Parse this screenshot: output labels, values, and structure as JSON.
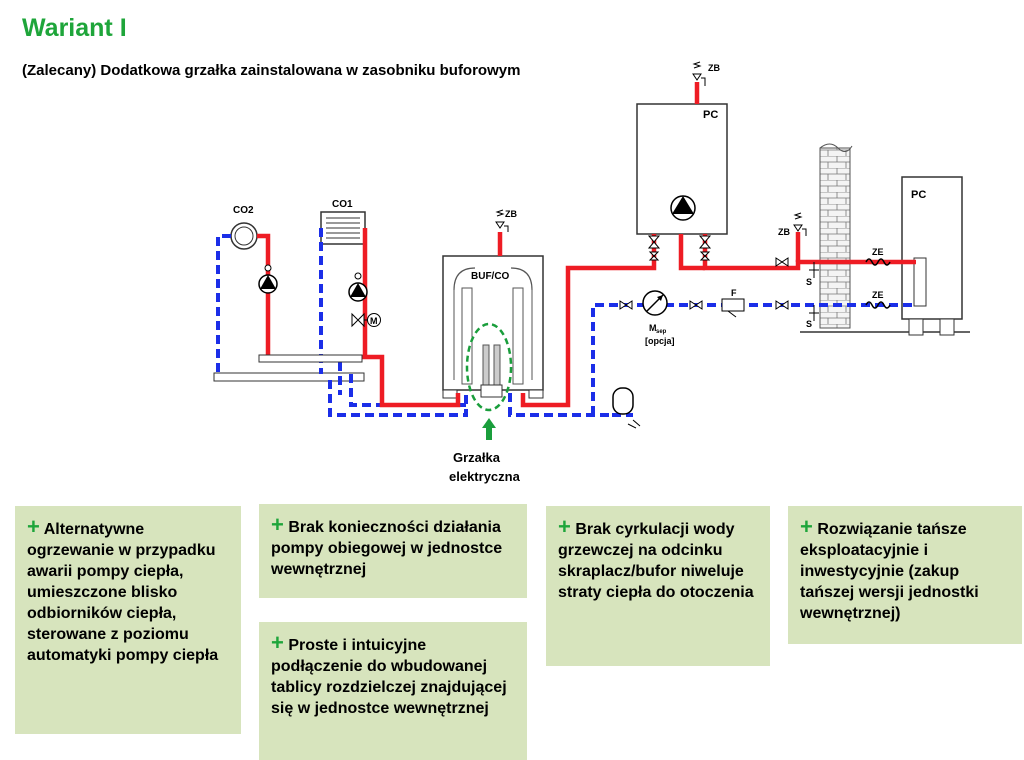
{
  "header": {
    "title": "Wariant I",
    "subtitle": "(Zalecany) Dodatkowa grzałka zainstalowana w zasobniku buforowym"
  },
  "diagram": {
    "label_co2": "CO2",
    "label_co1": "CO1",
    "label_buf": "BUF/CO",
    "label_zb": "ZB",
    "label_pc": "PC",
    "label_ze": "ZE",
    "label_s": "S",
    "label_f": "F",
    "label_m": "M",
    "label_msep": "M",
    "label_msep_sub": "sep",
    "label_opcja": "[opcja]",
    "heater_line1": "Grzałka",
    "heater_line2": "elektryczna",
    "colors": {
      "hot": "#ee1c24",
      "cold": "#1b2ee8",
      "heater": "#1a9e3c"
    }
  },
  "benefits": {
    "plus": "+",
    "b1": "Alternatywne ogrzewanie w przypadku awarii pompy ciepła, umieszczone blisko odbiorników ciepła, sterowane z poziomu automatyki pompy ciepła",
    "b2": "Brak konieczności działania pompy obiegowej w jednostce wewnętrznej",
    "b3": "Proste i intuicyjne podłączenie do wbudowanej tablicy rozdzielczej znajdującej się w jednostce wewnętrznej",
    "b4": "Brak cyrkulacji wody grzewczej na odcinku skraplacz/bufor niweluje straty ciepła do otoczenia",
    "b5": "Rozwiązanie tańsze eksploatacyjnie i inwestycyjnie (zakup tańszej wersji jednostki wewnętrznej)"
  }
}
